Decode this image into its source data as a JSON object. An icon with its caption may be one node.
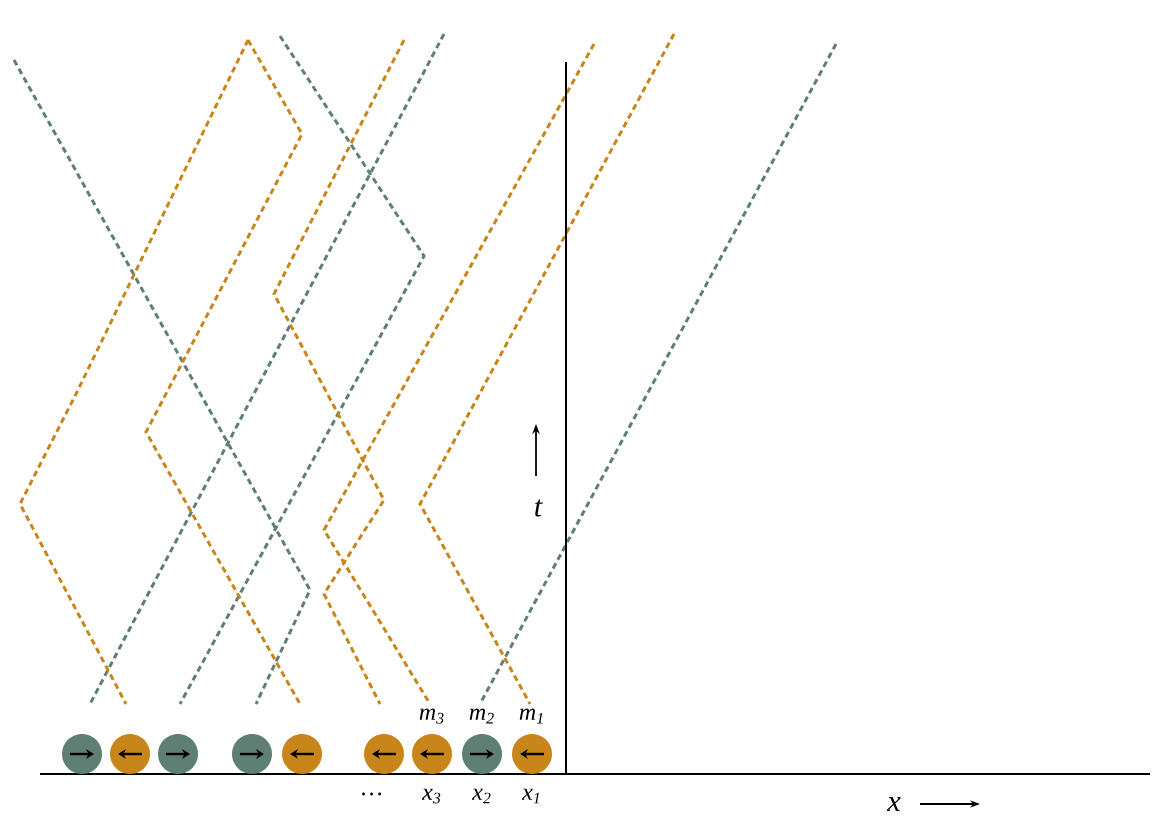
{
  "diagram": {
    "nodes": [
      {
        "text": [],
        "shape": "circle"
      },
      {
        "text": [],
        "shape": "circle"
      },
      {
        "text": [],
        "shape": "circle"
      },
      {
        "text": [],
        "shape": "circle"
      },
      {
        "text": [],
        "shape": "circle"
      },
      {
        "text": [],
        "shape": "circle"
      },
      {
        "text": [],
        "shape": "circle"
      },
      {
        "text": [],
        "shape": "circle"
      },
      {
        "text": [],
        "shape": "circle"
      }
    ],
    "labels": [
      "t",
      "m$_{3}$",
      "m$_{2}$",
      "m$_{1}$",
      "…",
      "x$_{3}$",
      "x$_{2}$",
      "x$_{1}$",
      "x"
    ]
  }
}
